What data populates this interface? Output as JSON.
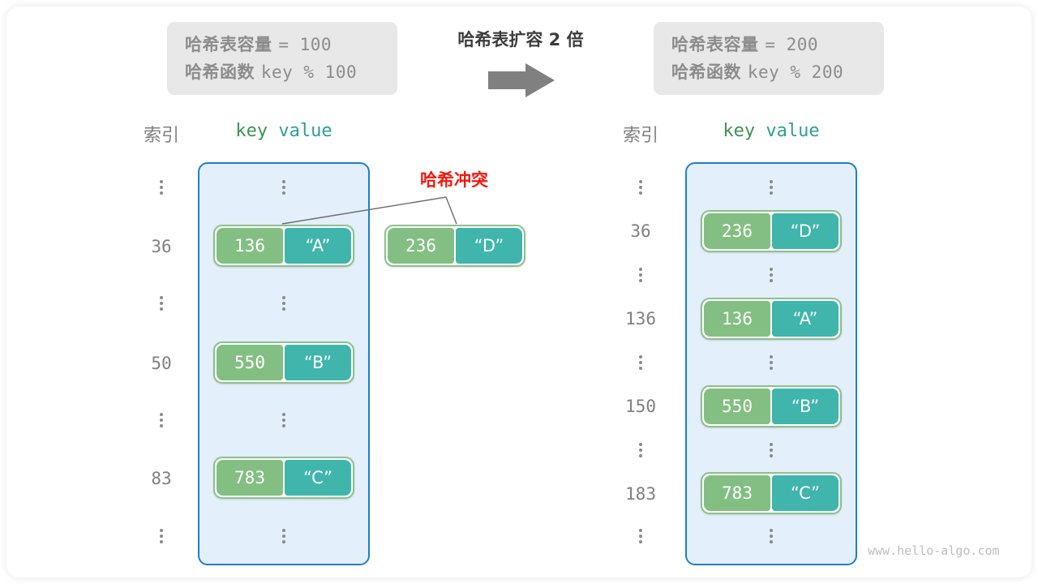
{
  "watermark": "www.hello-algo.com",
  "transition": {
    "title": "哈希表扩容 2 倍",
    "arrow_icon": "right-arrow-icon"
  },
  "before": {
    "info": {
      "capacity_label": "哈希表容量 ",
      "capacity_value": "= 100",
      "function_label": "哈希函数 ",
      "function_value": "key % 100"
    },
    "headers": {
      "index": "索引",
      "key": "key",
      "value": "value"
    },
    "rows": [
      {
        "kind": "dots",
        "index": "",
        "key": "",
        "value": ""
      },
      {
        "kind": "entry",
        "index": "36",
        "key": "136",
        "value": "“A”"
      },
      {
        "kind": "dots",
        "index": "",
        "key": "",
        "value": ""
      },
      {
        "kind": "entry",
        "index": "50",
        "key": "550",
        "value": "“B”"
      },
      {
        "kind": "dots",
        "index": "",
        "key": "",
        "value": ""
      },
      {
        "kind": "entry",
        "index": "83",
        "key": "783",
        "value": "“C”"
      },
      {
        "kind": "dots",
        "index": "",
        "key": "",
        "value": ""
      }
    ]
  },
  "collision": {
    "label": "哈希冲突",
    "incoming": {
      "key": "236",
      "value": "“D”"
    }
  },
  "after": {
    "info": {
      "capacity_label": "哈希表容量 ",
      "capacity_value": "= 200",
      "function_label": "哈希函数 ",
      "function_value": "key % 200"
    },
    "headers": {
      "index": "索引",
      "key": "key",
      "value": "value"
    },
    "rows": [
      {
        "kind": "dots",
        "index": "",
        "key": "",
        "value": ""
      },
      {
        "kind": "entry",
        "index": "36",
        "key": "236",
        "value": "“D”"
      },
      {
        "kind": "dots",
        "index": "",
        "key": "",
        "value": ""
      },
      {
        "kind": "entry",
        "index": "136",
        "key": "136",
        "value": "“A”"
      },
      {
        "kind": "dots",
        "index": "",
        "key": "",
        "value": ""
      },
      {
        "kind": "entry",
        "index": "150",
        "key": "550",
        "value": "“B”"
      },
      {
        "kind": "dots",
        "index": "",
        "key": "",
        "value": ""
      },
      {
        "kind": "entry",
        "index": "183",
        "key": "783",
        "value": "“C”"
      },
      {
        "kind": "dots",
        "index": "",
        "key": "",
        "value": ""
      }
    ]
  },
  "colors": {
    "key_fill": "#83bf82",
    "value_fill": "#3fb5ac",
    "bucket_fill": "#e3effa",
    "bucket_border": "#1f7fc4",
    "collision_text": "#ee1b11",
    "info_fill": "#e8e8e8",
    "muted_text": "#7f7f7f"
  }
}
